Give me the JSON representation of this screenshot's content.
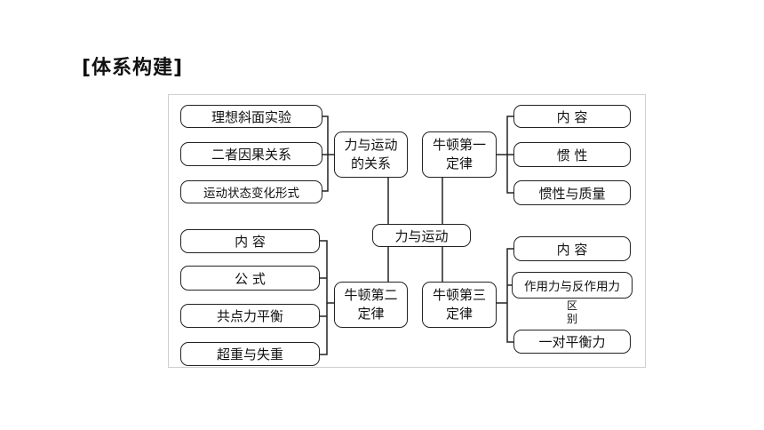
{
  "title": "[体系构建]",
  "center": "力与运动",
  "branches": {
    "top_left": {
      "line1": "力与运动",
      "line2": "的关系",
      "items": [
        "理想斜面实验",
        "二者因果关系",
        "运动状态变化形式"
      ]
    },
    "top_right": {
      "line1": "牛顿第一",
      "line2": "定律",
      "items": [
        "内 容",
        "惯 性",
        "惯性与质量"
      ]
    },
    "bottom_left": {
      "line1": "牛顿第二",
      "line2": "定律",
      "items": [
        "内 容",
        "公 式",
        "共点力平衡",
        "超重与失重"
      ]
    },
    "bottom_right": {
      "line1": "牛顿第三",
      "line2": "定律",
      "items": [
        "内 容",
        "作用力与反作用力",
        "一对平衡力"
      ],
      "distinction": [
        "区",
        "别"
      ]
    }
  }
}
